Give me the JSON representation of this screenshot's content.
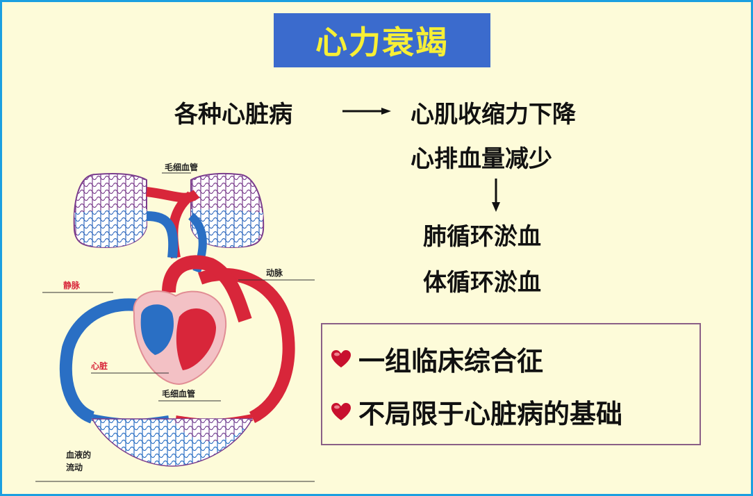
{
  "title": "心力衰竭",
  "flow": {
    "cause": "各种心脏病",
    "effect_1": "心肌收缩力下降",
    "effect_2": "心排血量减少",
    "result_1": "肺循环淤血",
    "result_2": "体循环淤血"
  },
  "features": [
    {
      "text": "一组临床综合征",
      "icon": "heart-icon"
    },
    {
      "text": "不局限于心脏病的基础",
      "icon": "heart-icon"
    }
  ],
  "diagram": {
    "label_capillary_top": "毛细血管",
    "label_artery": "动脉",
    "label_vein": "静脉",
    "label_heart": "心脏",
    "label_capillary_bottom": "毛细血管",
    "label_flow_1": "血液的",
    "label_flow_2": "流动"
  },
  "colors": {
    "frame": "#1b9fe0",
    "background": "#fdfbd9",
    "title_box": "#3b6bcd",
    "title_text": "#f7ef35",
    "artery": "#d8263a",
    "vein": "#2a6fc4",
    "heart_icon": "#c8102e"
  }
}
